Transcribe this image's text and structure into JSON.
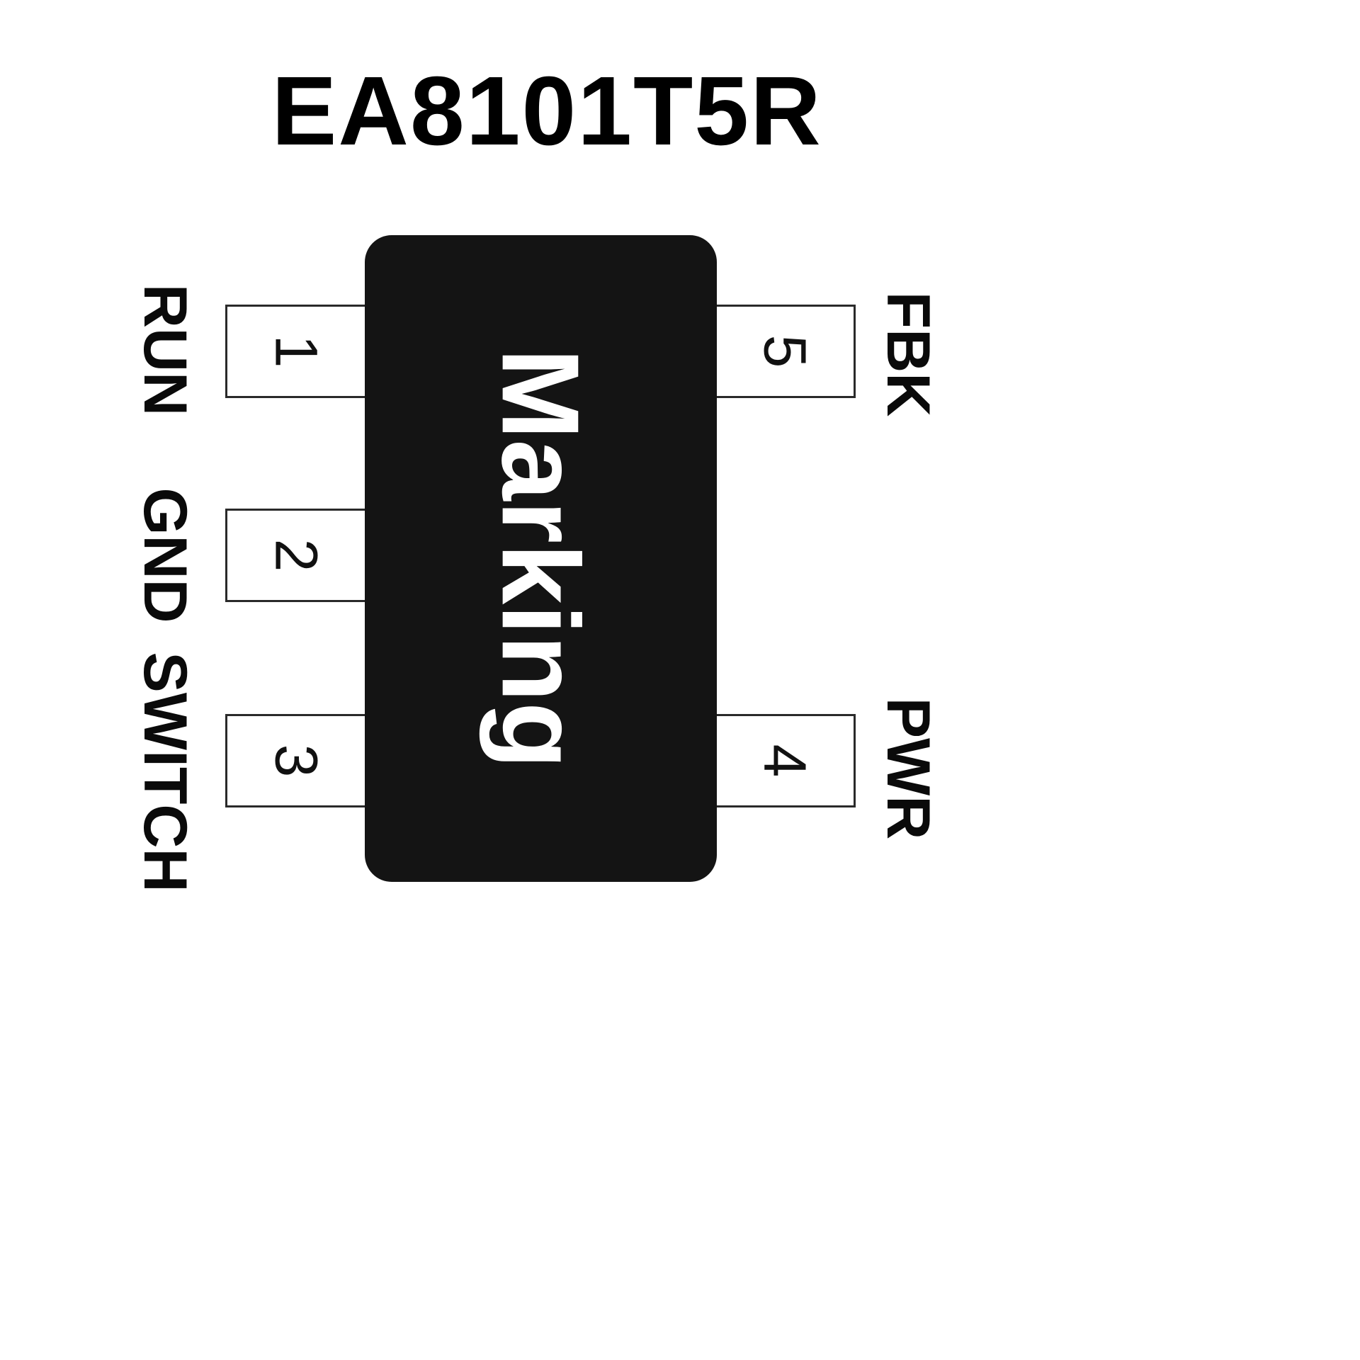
{
  "title": "EA8101T5R",
  "chip": {
    "marking": "Marking"
  },
  "pins": {
    "left": [
      {
        "number": "1",
        "label": "RUN"
      },
      {
        "number": "2",
        "label": "GND"
      },
      {
        "number": "3",
        "label": "SWITCH"
      }
    ],
    "right": [
      {
        "number": "5",
        "label": "FBK"
      },
      {
        "number": "4",
        "label": "PWR"
      }
    ]
  },
  "colors": {
    "chip_body": "#141414",
    "pad_border": "#2a2a2a",
    "text": "#000000",
    "marking_text": "#ffffff",
    "background": "#ffffff"
  }
}
